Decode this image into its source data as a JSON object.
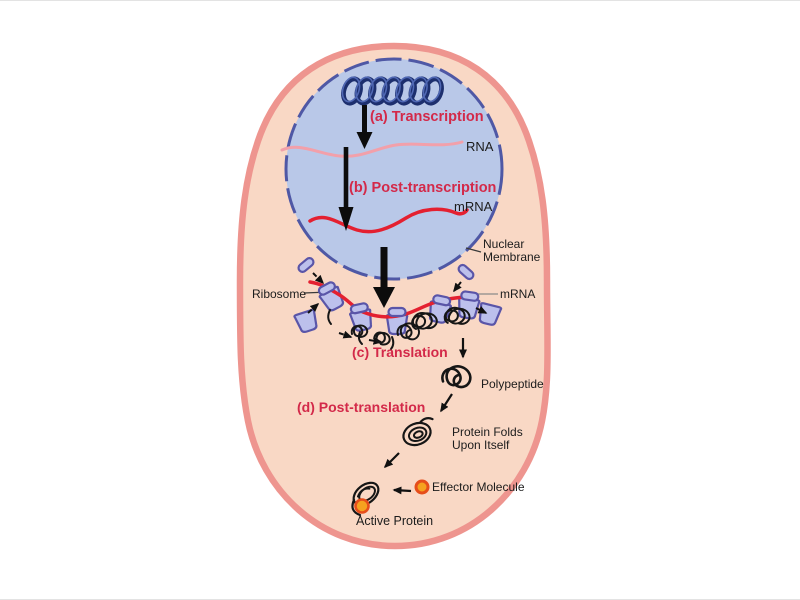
{
  "diagram": {
    "subject": "gene-expression-in-cell",
    "stages": {
      "a": "(a) Transcription",
      "b": "(b) Post-transcription",
      "c": "(c) Translation",
      "d": "(d) Post-translation"
    },
    "annotations": {
      "rna": "RNA",
      "mrna_nucleus": "mRNA",
      "nuclear_membrane_1": "Nuclear",
      "nuclear_membrane_2": "Membrane",
      "ribosome": "Ribosome",
      "mrna_cytoplasm": "mRNA",
      "polypeptide": "Polypeptide",
      "protein_folds_1": "Protein Folds",
      "protein_folds_2": "Upon Itself",
      "effector_molecule": "Effector Molecule",
      "active_protein": "Active Protein"
    },
    "colors": {
      "cell_fill": "#f9d8c5",
      "cell_membrane": "#ee958f",
      "nucleus_fill": "#b9c8e8",
      "nucleus_border": "#4f58a5",
      "stage_label_text": "#d32949",
      "annotation_text": "#1c1c1c",
      "dna": "#1d2f6e",
      "dna_highlight": "#5068b4",
      "rna_strand": "#f2a0aa",
      "mrna_strand": "#e42030",
      "ribosome_fill": "#bcc0ec",
      "ribosome_border": "#5a55a8",
      "effector_fill": "#f5a11f",
      "effector_border": "#e64d1a",
      "polypeptide_chain": "#161616"
    }
  }
}
